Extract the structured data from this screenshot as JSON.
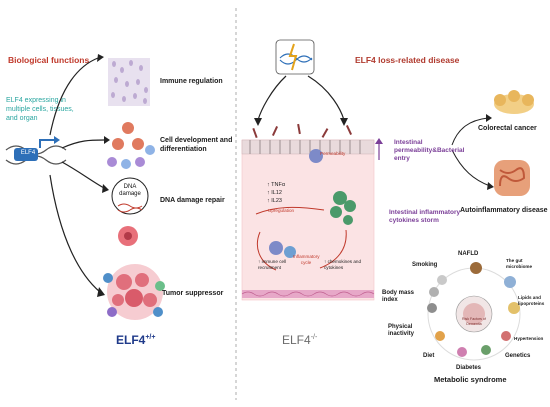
{
  "left": {
    "title": "Biological functions",
    "expressing_text": "ELF4 expressing in multiple cells, tissues, and organ",
    "gene_label": "ELF4",
    "functions": [
      {
        "label": "Immune regulation"
      },
      {
        "label": "Cell development and differentiation"
      },
      {
        "label": "DNA damage repair"
      },
      {
        "label": "Tumor suppressor"
      }
    ],
    "dna_box": "DNA damage",
    "genotype_main": "ELF4",
    "genotype_sup": "+/+"
  },
  "middle": {
    "genotype_main": "ELF4",
    "genotype_sup": "-/-",
    "permeability": "Permeability",
    "cytokines": [
      "↑ TNFα",
      "↑ IL12",
      "↑ IL23"
    ],
    "upregulation": "Upregulation",
    "immune_recruit": "↑ immune cell recruitment",
    "inflam_cycle": "Inflammatory cycle",
    "chemokines": "↑ chemokines and cytokines"
  },
  "right": {
    "title": "ELF4 loss-related disease",
    "perm_label": "Intestinal permeability&Bacterial entry",
    "storm_label": "Intestinal inflammatory cytokines storm",
    "colorectal": "Colorectal cancer",
    "autoinflam": "Autoinflammatory disease",
    "nafld": "NAFLD",
    "smoking": "Smoking",
    "gut_microbiome": "The gut microbiome",
    "lipids": "Lipids and lipoproteins",
    "bmi": "Body mass index",
    "risk_center": "Risk Factors of Dementia",
    "physical": "Physical inactivity",
    "hypertension": "Hypertension",
    "diet": "Diet",
    "genetics": "Genetics",
    "diabetes": "Diabetes",
    "metabolic": "Metabolic syndrome"
  },
  "colors": {
    "title_red": "#c0392b",
    "purple": "#7b3f98",
    "teal": "#2aa6a0",
    "blue_dark": "#1f3a8a",
    "tissue_pink": "#fbe3e4"
  }
}
